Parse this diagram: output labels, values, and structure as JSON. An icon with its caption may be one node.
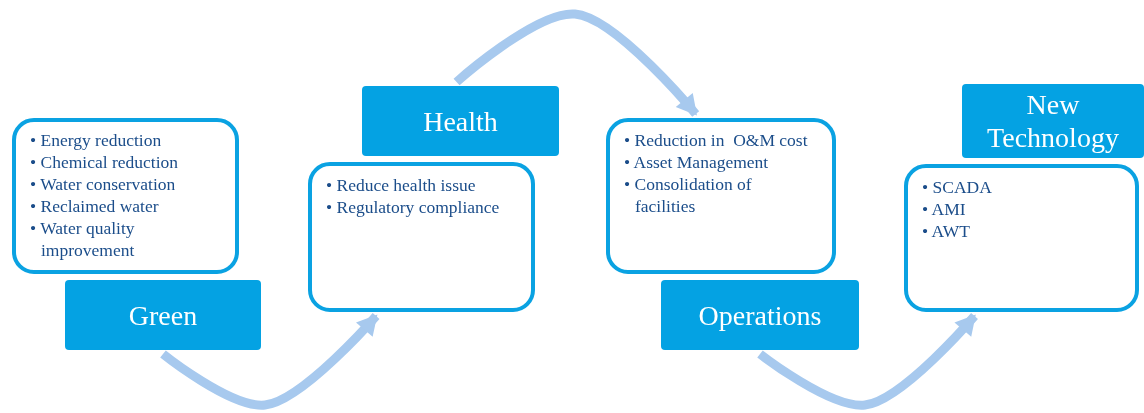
{
  "diagram": {
    "nodes": [
      {
        "text": [
          "• Energy reduction",
          "• Chemical reduction",
          "• Water conservation",
          "• Reclaimed water",
          "• Water quality improvement"
        ]
      },
      {
        "text": [
          "Green"
        ]
      },
      {
        "text": [
          "Health"
        ]
      },
      {
        "text": [
          "• Reduce health issue",
          "• Regulatory compliance"
        ]
      },
      {
        "text": [
          "• Reduction in  O&M cost",
          "• Asset Management",
          "• Consolidation of facilities"
        ]
      },
      {
        "text": [
          "Operations"
        ]
      },
      {
        "text": [
          "New Technology"
        ]
      },
      {
        "text": [
          "• SCADA",
          "• AMI",
          "• AWT"
        ]
      }
    ],
    "edges": [
      {
        "from": 1,
        "to": 3,
        "arrow": "to"
      },
      {
        "from": 2,
        "to": 4,
        "arrow": "to"
      },
      {
        "from": 5,
        "to": 7,
        "arrow": "to"
      }
    ]
  }
}
